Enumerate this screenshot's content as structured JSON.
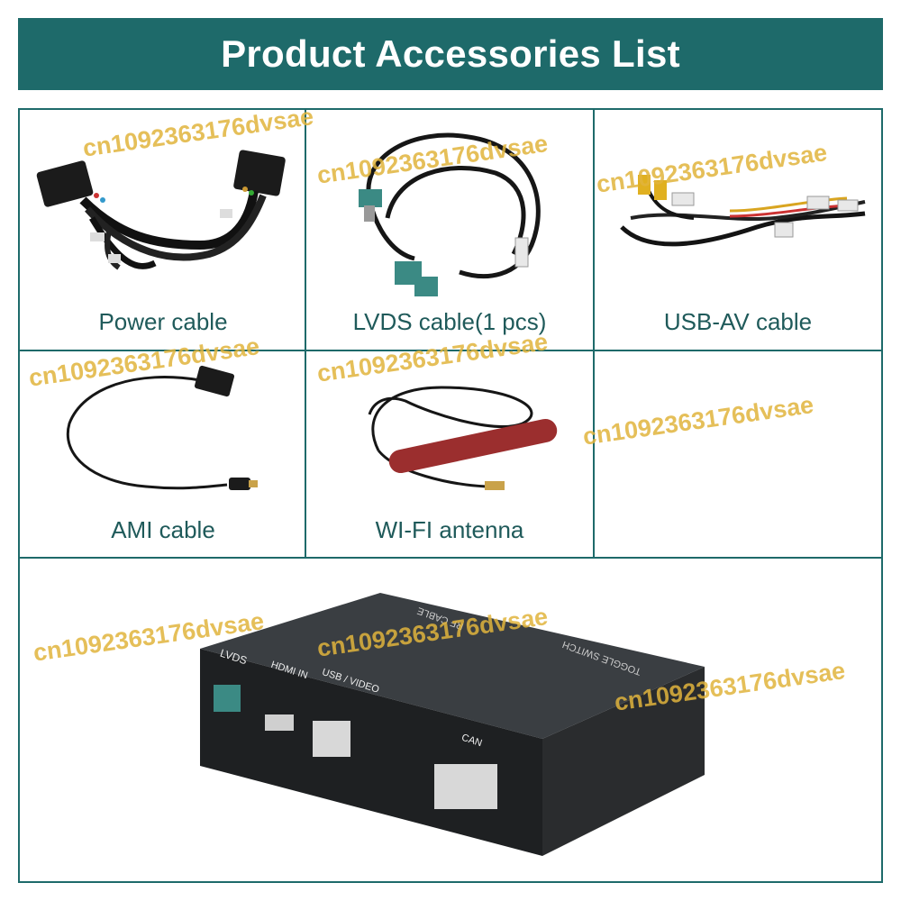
{
  "header": {
    "title": "Product Accessories List"
  },
  "items": [
    {
      "label": "Power cable"
    },
    {
      "label": "LVDS cable(1 pcs)"
    },
    {
      "label": "USB-AV cable"
    },
    {
      "label": "AMI cable"
    },
    {
      "label": "WI-FI antenna"
    }
  ],
  "device": {
    "lvds": "LVDS",
    "hdmi_in": "HDMI IN",
    "usb_video": "USB / VIDEO",
    "can": "CAN",
    "toggle_switch": "TOGGLE SWITCH",
    "rf_cable": "RF CABLE"
  },
  "watermark": "cn1092363176dvsae",
  "colors": {
    "accent": "#1e6a6a",
    "label": "#1f5a5a",
    "watermark": "#e1b43c"
  }
}
